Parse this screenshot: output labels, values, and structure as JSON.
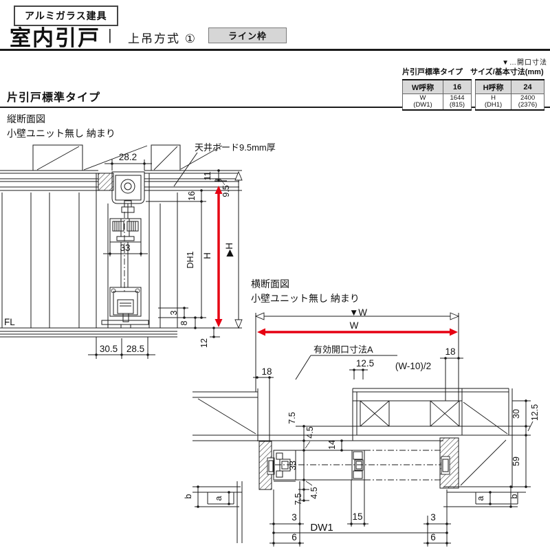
{
  "header": {
    "category_tag": "アルミガラス建具",
    "title": "室内引戸",
    "divider": "|",
    "method": "上吊方式 ①",
    "frame_button": "ライン枠"
  },
  "spec": {
    "note": "▼…開口寸法",
    "table_title": "片引戸標準タイプ　サイズ/基本寸法(mm)",
    "w": {
      "name_header": "W呼称",
      "size": "16",
      "row_label_1": "W",
      "row_label_2": "(DW1)",
      "value_1": "1644",
      "value_2": "(815)"
    },
    "h": {
      "name_header": "H呼称",
      "size": "24",
      "row_label_1": "H",
      "row_label_2": "(DH1)",
      "value_1": "2400",
      "value_2": "(2376)"
    }
  },
  "section_title": "片引戸標準タイプ",
  "vs": {
    "title": "縦断面図",
    "subtitle": "小壁ユニット無し 納まり",
    "ceiling_note": "天井ボード9.5mm厚",
    "fl": "FL",
    "d282": "28.2",
    "d33": "33",
    "d11": "11",
    "d16": "16",
    "d95": "9.5",
    "dh1": "DH1",
    "h": "H",
    "h_open": "▶H",
    "d3": "3",
    "d8": "8",
    "d12": "12",
    "d305": "30.5",
    "d285": "28.5"
  },
  "hs": {
    "title": "横断面図",
    "subtitle": "小壁ユニット無し 納まり",
    "w_open": "▼W",
    "w": "W",
    "eff_a": "有効開口寸法A",
    "d125": "12.5",
    "formula": "(W-10)/2",
    "d18l": "18",
    "d18r": "18",
    "d75t": "7.5",
    "d45t": "4.5",
    "d33": "33",
    "d14": "14",
    "d30": "30",
    "d125r": "12.5",
    "d59": "59",
    "d45b": "4.5",
    "d75b": "7.5",
    "al": "a",
    "bl": "b",
    "ar": "a",
    "br": "b",
    "d3l": "3",
    "d6l": "6",
    "d15": "15",
    "dw1": "DW1",
    "d3r": "3",
    "d6r": "6"
  },
  "colors": {
    "red": "#e60012",
    "line": "#1a1a1a",
    "gray_bg": "#d9d9d9"
  }
}
